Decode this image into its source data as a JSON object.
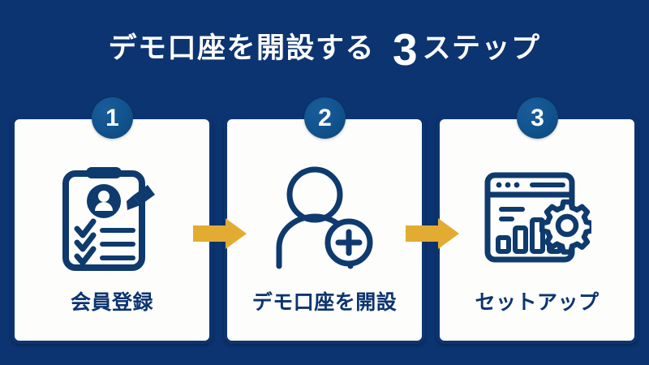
{
  "heading": {
    "main": "デモ口座を開設する",
    "count": "3",
    "unit": "ステップ"
  },
  "colors": {
    "background": "#0C3471",
    "card_background": "#FDFDFB",
    "card_border": "#0C3471",
    "badge": "#11548F",
    "arrow": "#E2AC33",
    "icon": "#0E3A6E",
    "heading_text": "#FFFFFF",
    "label_text": "#0C3471"
  },
  "steps": [
    {
      "number": "1",
      "label": "会員登録",
      "icon": "clipboard-checklist-pencil-icon"
    },
    {
      "number": "2",
      "label": "デモ口座を開設",
      "icon": "add-user-icon"
    },
    {
      "number": "3",
      "label": "セットアップ",
      "icon": "browser-chart-gear-icon"
    }
  ],
  "arrows": [
    {
      "name": "arrow-step1-to-step2"
    },
    {
      "name": "arrow-step2-to-step3"
    }
  ]
}
